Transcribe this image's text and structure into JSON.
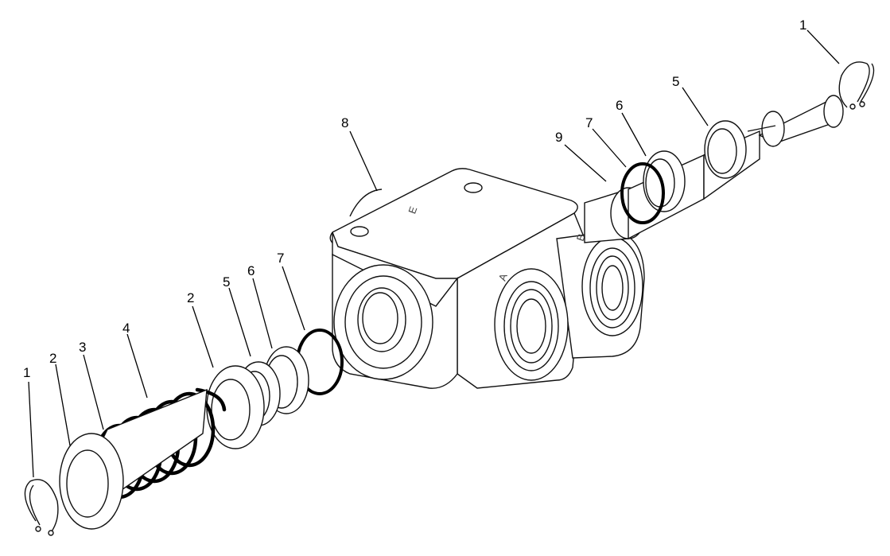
{
  "diagram": {
    "type": "exploded-parts-view",
    "callouts": [
      {
        "id": "left-retaining-ring",
        "number": "1"
      },
      {
        "id": "left-outer-washer",
        "number": "2"
      },
      {
        "id": "spring-seat-sleeve",
        "number": "3"
      },
      {
        "id": "spring",
        "number": "4"
      },
      {
        "id": "inner-washer",
        "number": "2"
      },
      {
        "id": "left-backup-ring-5",
        "number": "5"
      },
      {
        "id": "left-backup-ring-6",
        "number": "6"
      },
      {
        "id": "left-o-ring",
        "number": "7"
      },
      {
        "id": "valve-body",
        "number": "8"
      },
      {
        "id": "spool",
        "number": "9"
      },
      {
        "id": "right-o-ring",
        "number": "7"
      },
      {
        "id": "right-backup-ring-6",
        "number": "6"
      },
      {
        "id": "right-backup-ring-5",
        "number": "5"
      },
      {
        "id": "right-retaining-ring",
        "number": "1"
      }
    ],
    "port_letters": [
      "E",
      "A",
      "B"
    ]
  }
}
